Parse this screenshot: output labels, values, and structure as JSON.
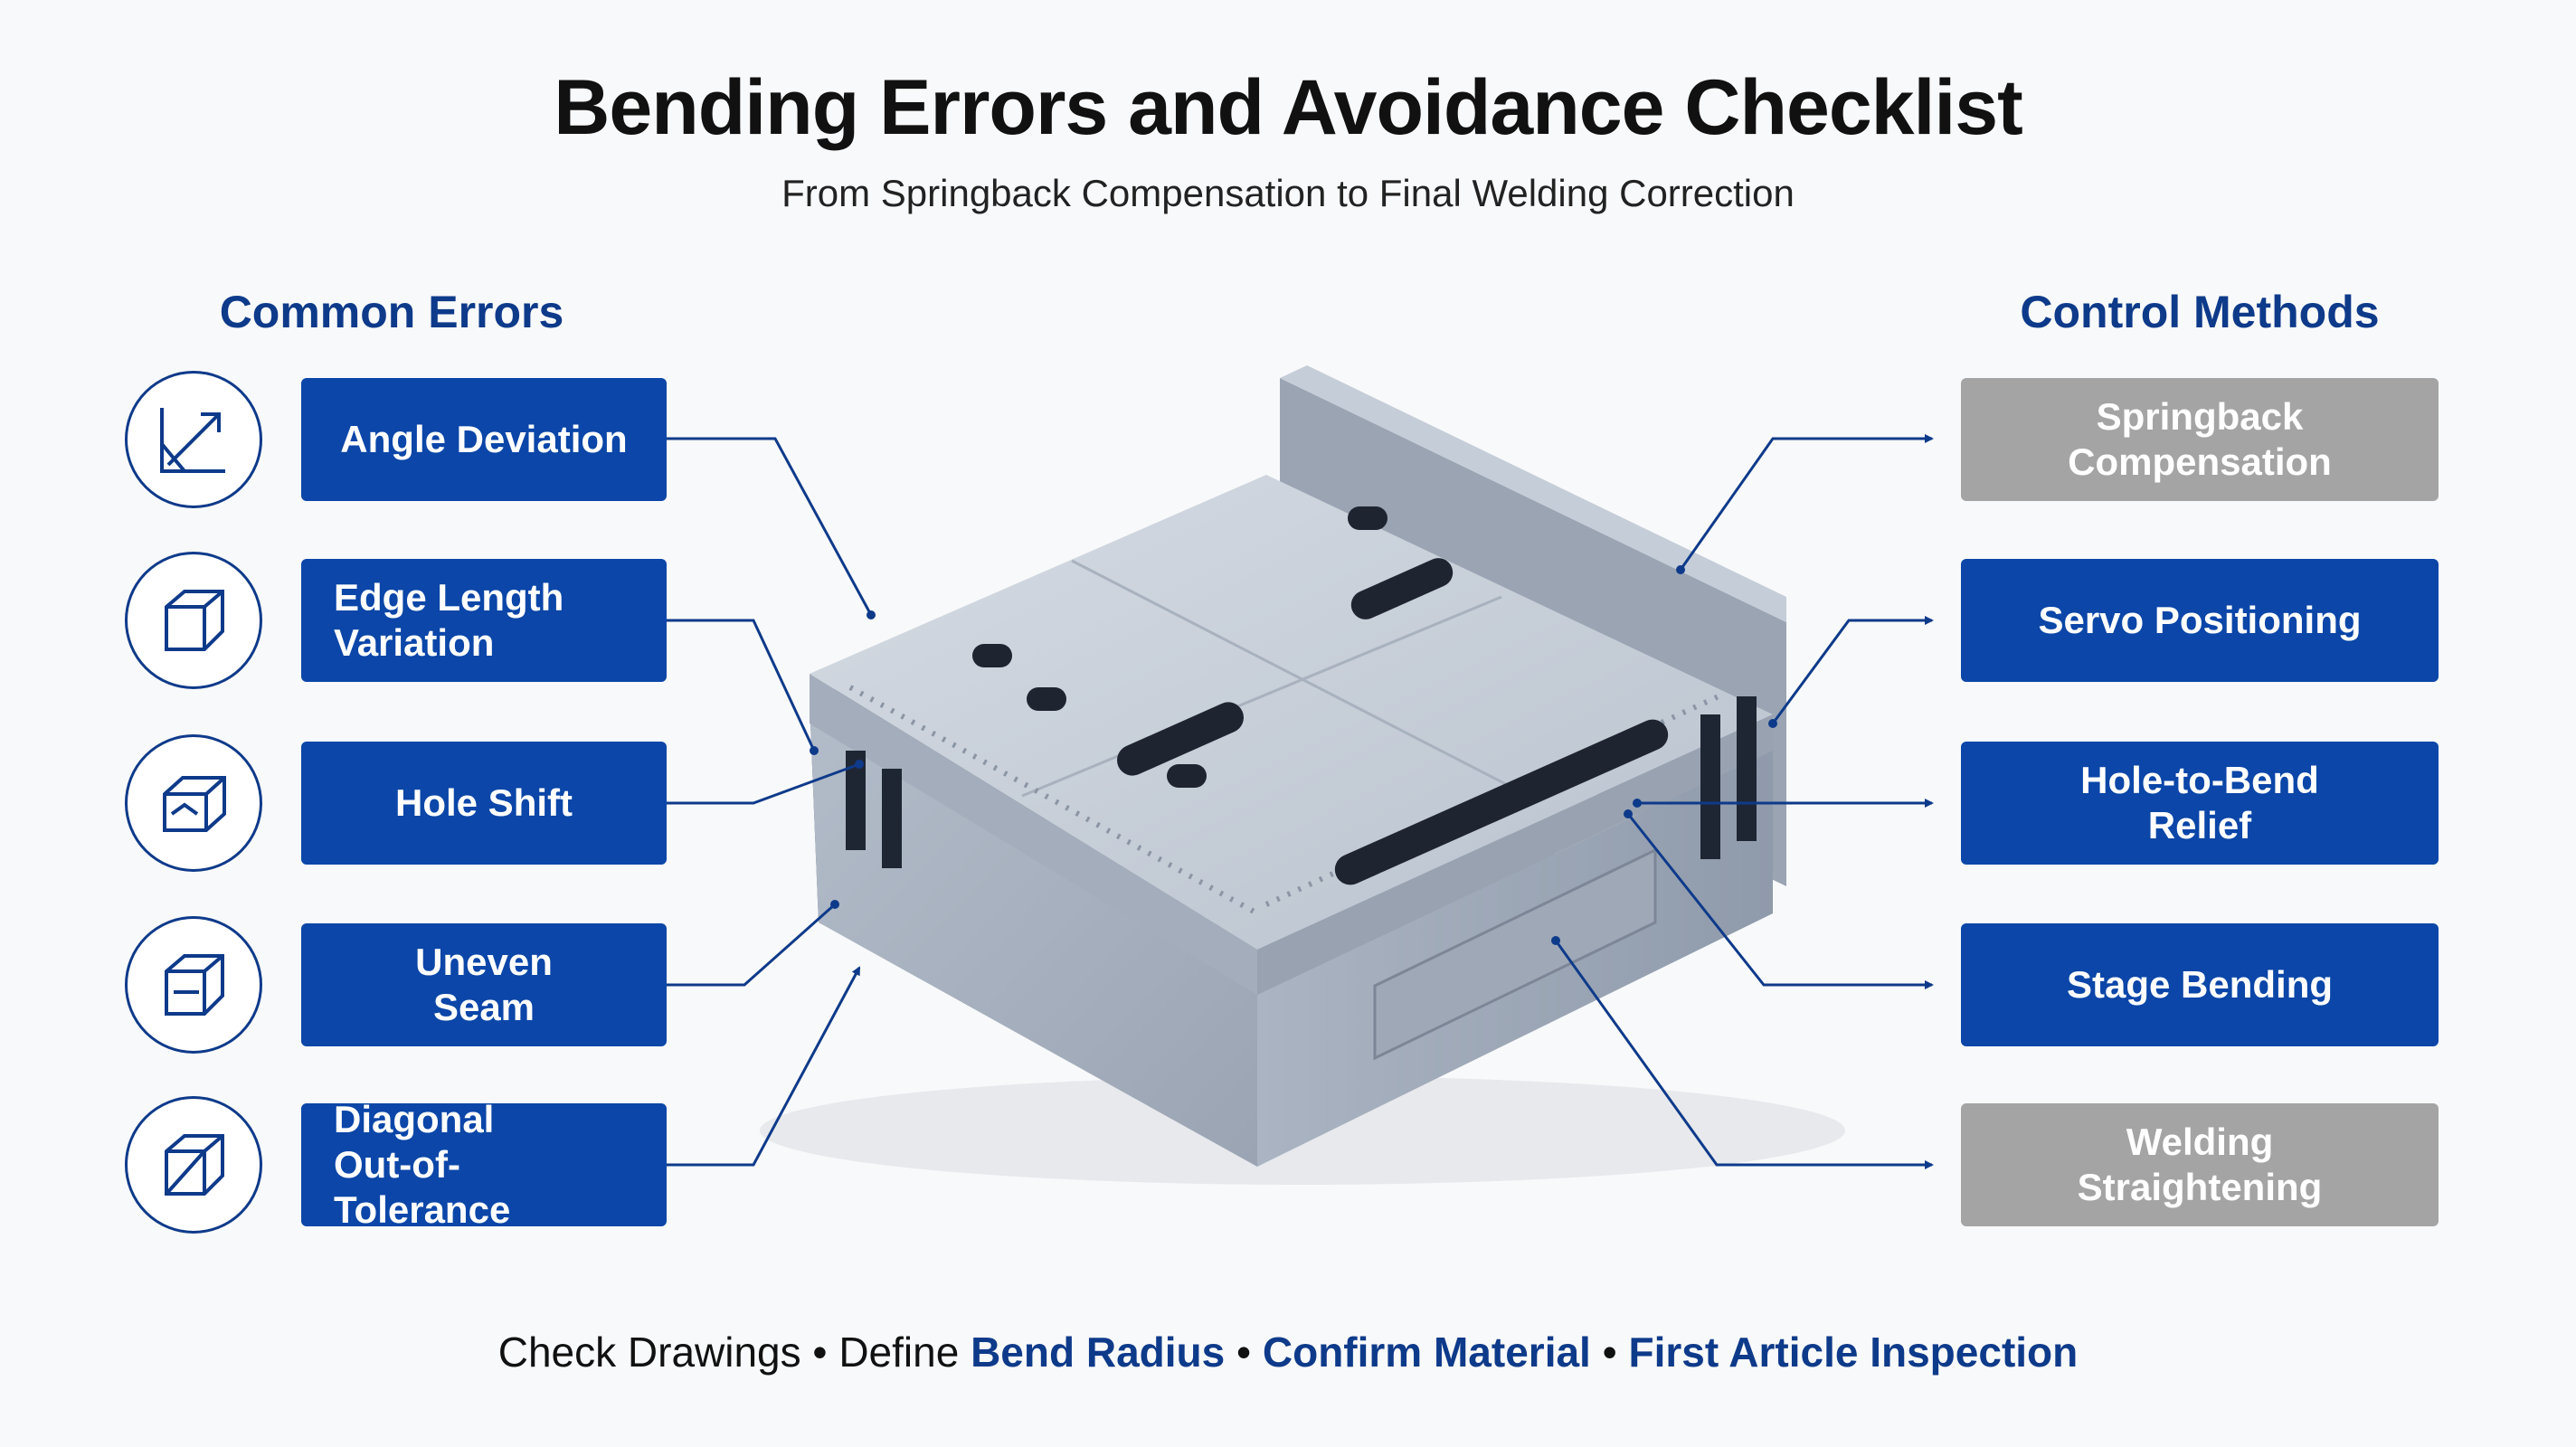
{
  "title": "Bending Errors and Avoidance Checklist",
  "subtitle": "From Springback Compensation to Final Welding Correction",
  "left_column": {
    "heading": "Common Errors",
    "items": [
      {
        "label": "Angle Deviation",
        "icon": "angle-arrow-icon"
      },
      {
        "label": "Edge Length\nVariation",
        "icon": "cube-icon"
      },
      {
        "label": "Hole Shift",
        "icon": "box-shift-icon"
      },
      {
        "label": "Uneven\nSeam",
        "icon": "cube-seam-icon"
      },
      {
        "label": "Diagonal\nOut-of-Tolerance",
        "icon": "cube-diagonal-icon"
      }
    ]
  },
  "right_column": {
    "heading": "Control Methods",
    "items": [
      {
        "label": "Springback\nCompensation",
        "style": "gray"
      },
      {
        "label": "Servo Positioning",
        "style": "blue"
      },
      {
        "label": "Hole-to-Bend\nRelief",
        "style": "blue"
      },
      {
        "label": "Stage Bending",
        "style": "blue"
      },
      {
        "label": "Welding\nStraightening",
        "style": "gray"
      }
    ]
  },
  "footer": {
    "items": [
      {
        "text": "Check Drawings",
        "highlight": false
      },
      {
        "text": "Define",
        "highlight": false
      },
      {
        "text": "Bend Radius",
        "highlight": true
      },
      {
        "text": "Confirm Material",
        "highlight": true
      },
      {
        "text": "First Article Inspection",
        "highlight": true
      }
    ],
    "separator": "•"
  },
  "colors": {
    "brand_blue": "#0b46a8",
    "heading_blue": "#0e3a8a",
    "muted_gray": "#a4a4a4",
    "background": "#f8f9fa"
  }
}
